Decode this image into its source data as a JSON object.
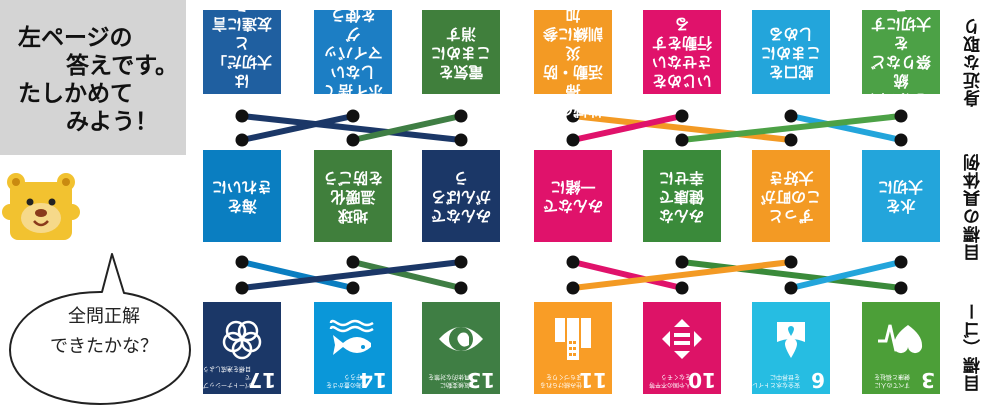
{
  "answer_box": {
    "lines": [
      "左ページの",
      "答えです。",
      "たしかめて",
      "みよう！"
    ]
  },
  "bubble": {
    "text": "全問正解\nできたかな？"
  },
  "side_labels": {
    "top": "身近な取り組み",
    "middle": "目標の具体例",
    "bottom": "目標（ゴール）"
  },
  "actions": [
    {
      "text": "「SDGsは\n大切だ」と\n友達に言う",
      "color": "#1f5fa0"
    },
    {
      "text": "ポイ捨て\nしない\nマイバッグ\nを使う",
      "color": "#1c7ec4"
    },
    {
      "text": "電気を\nこまめに\n消す",
      "color": "#407f3c"
    },
    {
      "text": "地域の清掃\n活動・防災\n訓練に参加\nする",
      "color": "#f39a24"
    },
    {
      "text": "いじめを\nさせない\n行動をする",
      "color": "#e0126b"
    },
    {
      "text": "蛇口を\nこまめに\nしめる",
      "color": "#23a5db"
    },
    {
      "text": "地域の伝統\n祭りなどを\n大切にする",
      "color": "#4ca146"
    }
  ],
  "examples": [
    {
      "text": "海を\nきれいに",
      "color": "#0a7ec1"
    },
    {
      "text": "地球\n温暖化\nを防ごう",
      "color": "#407f3c"
    },
    {
      "text": "みんなで\nがんばろう",
      "color": "#1b3767"
    },
    {
      "text": "みんなで\n一緒に",
      "color": "#e0126b"
    },
    {
      "text": "みんな\n健康で\n幸せに",
      "color": "#3a8a3a"
    },
    {
      "text": "ずっと\nこの町が\n大好き",
      "color": "#f39a24"
    },
    {
      "text": "水を\n大切に",
      "color": "#23a5db"
    }
  ],
  "goals": [
    {
      "num": "17",
      "caption": "パートナーシップで\n目標を達成しよう",
      "color": "#1b3767",
      "icon": "flower-ring-icon"
    },
    {
      "num": "14",
      "caption": "海の豊かさを\n守ろう",
      "color": "#0a97d9",
      "icon": "fish-icon"
    },
    {
      "num": "13",
      "caption": "気候変動に\n具体的な対策を",
      "color": "#3f7e44",
      "icon": "globe-eye-icon"
    },
    {
      "num": "11",
      "caption": "住み続けられる\nまちづくりを",
      "color": "#f99d26",
      "icon": "city-icon"
    },
    {
      "num": "10",
      "caption": "人や国の不平等\nをなくそう",
      "color": "#dd1367",
      "icon": "equality-icon"
    },
    {
      "num": "6",
      "caption": "安全な水とトイレ\nを世界中に",
      "color": "#26bde2",
      "icon": "water-drop-icon"
    },
    {
      "num": "3",
      "caption": "すべての人に\n健康と福祉を",
      "color": "#4c9f38",
      "icon": "heartbeat-icon"
    }
  ],
  "connections": {
    "top": [
      {
        "from": 0,
        "to": 2,
        "color": "#1b3767"
      },
      {
        "from": 1,
        "to": 0,
        "color": "#1b3767"
      },
      {
        "from": 2,
        "to": 1,
        "color": "#3f7e44"
      },
      {
        "from": 3,
        "to": 5,
        "color": "#f39a24"
      },
      {
        "from": 4,
        "to": 3,
        "color": "#e0126b"
      },
      {
        "from": 5,
        "to": 6,
        "color": "#23a5db"
      },
      {
        "from": 6,
        "to": 4,
        "color": "#4ca146"
      }
    ],
    "bottom": [
      {
        "from": 0,
        "to": 1,
        "color": "#0a7ec1"
      },
      {
        "from": 1,
        "to": 2,
        "color": "#3f7e44"
      },
      {
        "from": 2,
        "to": 0,
        "color": "#1b3767"
      },
      {
        "from": 3,
        "to": 4,
        "color": "#e0126b"
      },
      {
        "from": 4,
        "to": 6,
        "color": "#3a8a3a"
      },
      {
        "from": 5,
        "to": 3,
        "color": "#f39a24"
      },
      {
        "from": 6,
        "to": 5,
        "color": "#23a5db"
      }
    ]
  }
}
